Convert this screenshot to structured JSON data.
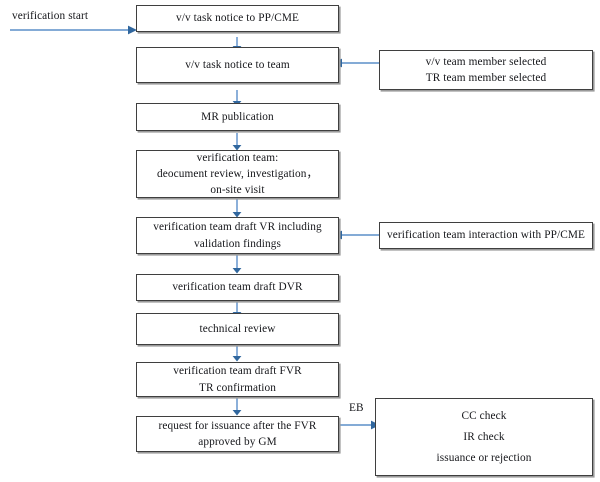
{
  "diagram": {
    "title_label": "verification start",
    "edge_labels": {
      "eb": "EB"
    },
    "colors": {
      "arrow": "#5b8fc9",
      "box_border": "#3f3f3f",
      "text": "#15161a"
    },
    "nodes": {
      "n1": {
        "lines": [
          "v/v task notice to PP/CME"
        ]
      },
      "n2": {
        "lines": [
          "v/v task notice to team"
        ]
      },
      "n3": {
        "lines": [
          "MR publication"
        ]
      },
      "n4": {
        "lines": [
          "verification team:",
          "deocument review, investigation，",
          "on-site visit"
        ]
      },
      "n5": {
        "lines": [
          "verification team draft VR including",
          "validation findings"
        ]
      },
      "n6": {
        "lines": [
          "verification team draft DVR"
        ]
      },
      "n7": {
        "lines": [
          "technical review"
        ]
      },
      "n8": {
        "lines": [
          "verification team draft FVR",
          "TR confirmation"
        ]
      },
      "n9": {
        "lines": [
          "request for issuance after the FVR",
          "approved by GM"
        ]
      },
      "s1": {
        "lines": [
          "v/v team member selected",
          "TR team member selected"
        ]
      },
      "s2": {
        "lines": [
          "verification team interaction with PP/CME"
        ]
      },
      "s3": {
        "lines": [
          "CC check",
          "IR check",
          "issuance or rejection"
        ]
      }
    }
  }
}
